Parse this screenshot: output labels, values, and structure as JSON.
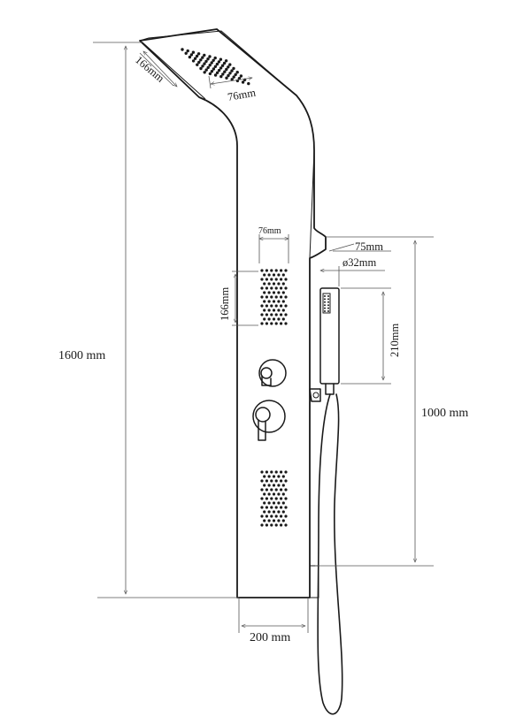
{
  "dimensions": {
    "total_height": "1600 mm",
    "panel_width": "200 mm",
    "hand_shower_height": "1000 mm",
    "rain_head_length": "166mm",
    "rain_head_width": "76mm",
    "body_jet_width": "76mm",
    "body_jet_height": "166mm",
    "arm_projection": "75mm",
    "hand_shower_diameter": "ø32mm",
    "hand_shower_length": "210mm"
  },
  "colors": {
    "line": "#1a1a1a",
    "dimension_line": "#555555",
    "background": "#ffffff"
  }
}
